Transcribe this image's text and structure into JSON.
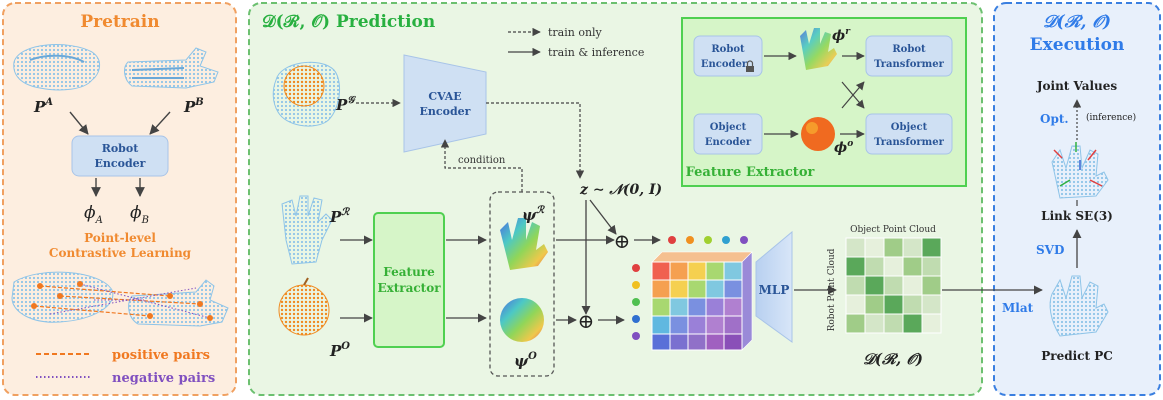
{
  "pretrain": {
    "title": "Pretrain",
    "p_a": "P",
    "p_a_sup": "A",
    "p_b": "P",
    "p_b_sup": "B",
    "encoder_l1": "Robot",
    "encoder_l2": "Encoder",
    "phi_a": "ϕ",
    "phi_a_sub": "A",
    "phi_b": "ϕ",
    "phi_b_sub": "B",
    "cl_line1": "Point-level",
    "cl_line2": "Contrastive Learning",
    "positive_label": "positive pairs",
    "negative_label": "negative pairs"
  },
  "prediction": {
    "title": "𝒟(ℛ, 𝒪) Prediction",
    "legend_train_only": "train only",
    "legend_train_inference": "train & inference",
    "p_g": "P",
    "p_g_sup": "𝒢",
    "cvae_l1": "CVAE",
    "cvae_l2": "Encoder",
    "condition": "condition",
    "latent": "z ∼ 𝒩(0, I)",
    "p_r": "P",
    "p_r_sup": "ℛ",
    "p_o": "P",
    "p_o_sup": "O",
    "fe_l1": "Feature",
    "fe_l2": "Extractor",
    "psi_r": "ψ",
    "psi_r_sup": "ℛ",
    "psi_o": "ψ",
    "psi_o_sup": "O",
    "oplus": "⊕",
    "mlp": "MLP",
    "obj_pc": "Object Point Cloud",
    "robot_pc": "Robot Point Cloud",
    "d_label": "𝒟(ℛ, 𝒪)"
  },
  "feature_extractor": {
    "robot_enc_l1": "Robot",
    "robot_enc_l2": "Encoder",
    "object_enc_l1": "Object",
    "object_enc_l2": "Encoder",
    "robot_tf_l1": "Robot",
    "robot_tf_l2": "Transformer",
    "object_tf_l1": "Object",
    "object_tf_l2": "Transformer",
    "phi_r": "ϕ",
    "phi_r_sup": "r",
    "phi_o": "ϕ",
    "phi_o_sup": "o",
    "title": "Feature Extractor"
  },
  "execution": {
    "title_l1": "𝒟(ℛ, 𝒪)",
    "title_l2": "Execution",
    "joint_values": "Joint Values",
    "opt": "Opt.",
    "inference": "(inference)",
    "link_se3": "Link SE(3)",
    "svd": "SVD",
    "mlat": "Mlat",
    "predict_pc": "Predict PC"
  },
  "colors": {
    "pretrain_bg": "#fdeee0",
    "pretrain_border": "#f0a060",
    "pretrain_title": "#f08a30",
    "prediction_bg": "#eaf6e4",
    "prediction_border": "#6cc070",
    "prediction_title": "#28b040",
    "execution_bg": "#e8f0fb",
    "execution_border": "#3a7fe0",
    "execution_title": "#2f7be8",
    "box_fill": "#cfe0f3",
    "box_text": "#2a5597",
    "fe_box_fill": "#d6f5c8",
    "fe_box_border": "#4fd050",
    "fe_text": "#36b036",
    "positive": "#f07820",
    "negative": "#8050c0",
    "hand_blue": "#8ec4e8",
    "apple_orange": "#f08a20"
  }
}
